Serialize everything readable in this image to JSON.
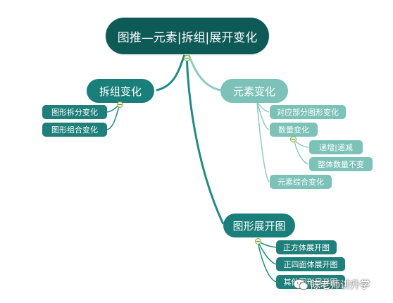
{
  "root": {
    "label": "图推—元素|拆组|展开变化"
  },
  "branches": {
    "chaizu": {
      "label": "拆组变化",
      "children": [
        "图形拆分变化",
        "图形组合变化"
      ]
    },
    "yuansu": {
      "label": "元素变化",
      "children": [
        {
          "label": "对应部分图形变化"
        },
        {
          "label": "数量变化",
          "children": [
            "递增|递减",
            "整体数量不变"
          ]
        },
        {
          "label": "元素综合变化"
        }
      ]
    },
    "zhankai": {
      "label": "图形展开图",
      "children": [
        "正方体展开图",
        "正四面体展开图",
        "其他图形展开图"
      ]
    }
  },
  "watermark": {
    "text": "陈老师讲升学"
  },
  "colors": {
    "root": "#0e5a57",
    "branch_dark": "#1a7e7a",
    "branch_light": "#7cc2b8",
    "link": "#1f8b84",
    "link_light": "#8fcac0"
  }
}
